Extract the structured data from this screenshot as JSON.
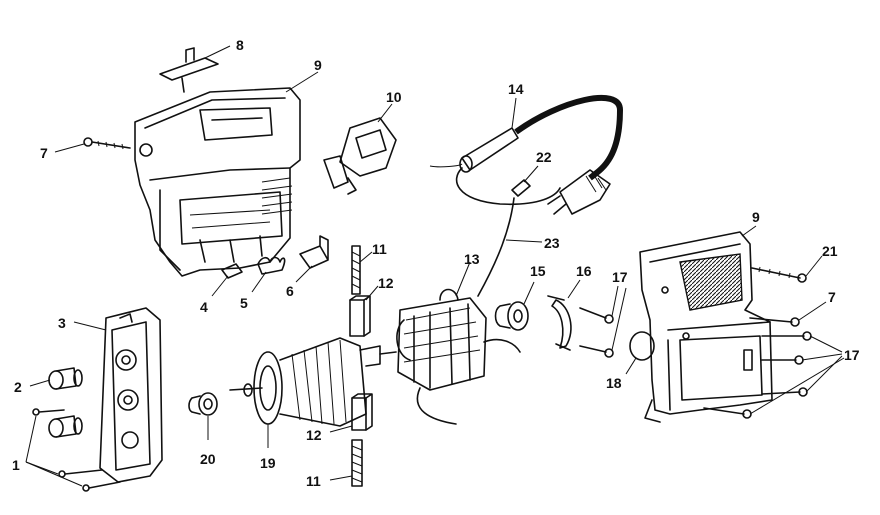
{
  "callouts": {
    "c8": "8",
    "c9a": "9",
    "c10": "10",
    "c7a": "7",
    "c14": "14",
    "c22": "22",
    "c23": "23",
    "c9b": "9",
    "c21": "21",
    "c7b": "7",
    "c11a": "11",
    "c12a": "12",
    "c4": "4",
    "c5": "5",
    "c6": "6",
    "c13": "13",
    "c15": "15",
    "c16": "16",
    "c17a": "17",
    "c17b": "17",
    "c3": "3",
    "c2": "2",
    "c1": "1",
    "c20": "20",
    "c19": "19",
    "c12b": "12",
    "c11b": "11",
    "c18": "18"
  }
}
